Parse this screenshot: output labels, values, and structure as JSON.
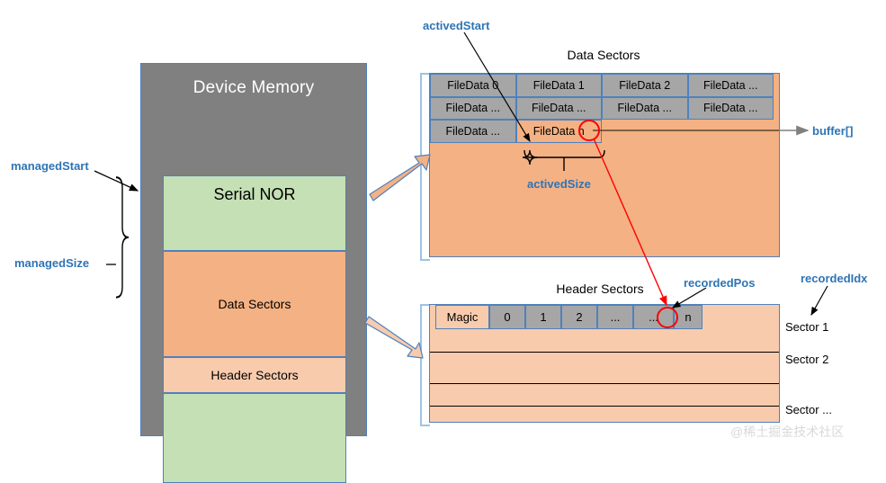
{
  "device": {
    "title": "Device Memory",
    "blocks": [
      {
        "label": "Serial NOR"
      },
      {
        "label": "Data Sectors"
      },
      {
        "label": "Header Sectors"
      },
      {
        "label": ""
      }
    ]
  },
  "labels": {
    "managed_start": "managedStart",
    "managed_size": "managedSize",
    "actived_start": "activedStart",
    "actived_size": "activedSize",
    "buffer": "buffer[]",
    "recorded_pos": "recordedPos",
    "recorded_idx": "recordedIdx"
  },
  "data_sectors": {
    "title": "Data Sectors",
    "rows": [
      [
        "FileData 0",
        "FileData 1",
        "FileData 2",
        "FileData ..."
      ],
      [
        "FileData ...",
        "FileData ...",
        "FileData ...",
        "FileData ..."
      ],
      [
        "FileData ...",
        "FileData n"
      ]
    ]
  },
  "header_sectors": {
    "title": "Header Sectors",
    "cells": [
      "Magic",
      "0",
      "1",
      "2",
      "...",
      "...",
      "n"
    ],
    "sector_labels": [
      "Sector 1",
      "Sector 2",
      "Sector ..."
    ]
  },
  "watermark": "@稀土掘金技术社区",
  "colors": {
    "accent_blue": "#2e74b5",
    "panel_gray": "#808080",
    "green": "#c5e0b4",
    "orange": "#f4b183",
    "light_orange": "#f8cbad",
    "cell_gray": "#a6a6a6",
    "border_blue": "#4f81bd",
    "highlight_red": "#ff0000"
  }
}
